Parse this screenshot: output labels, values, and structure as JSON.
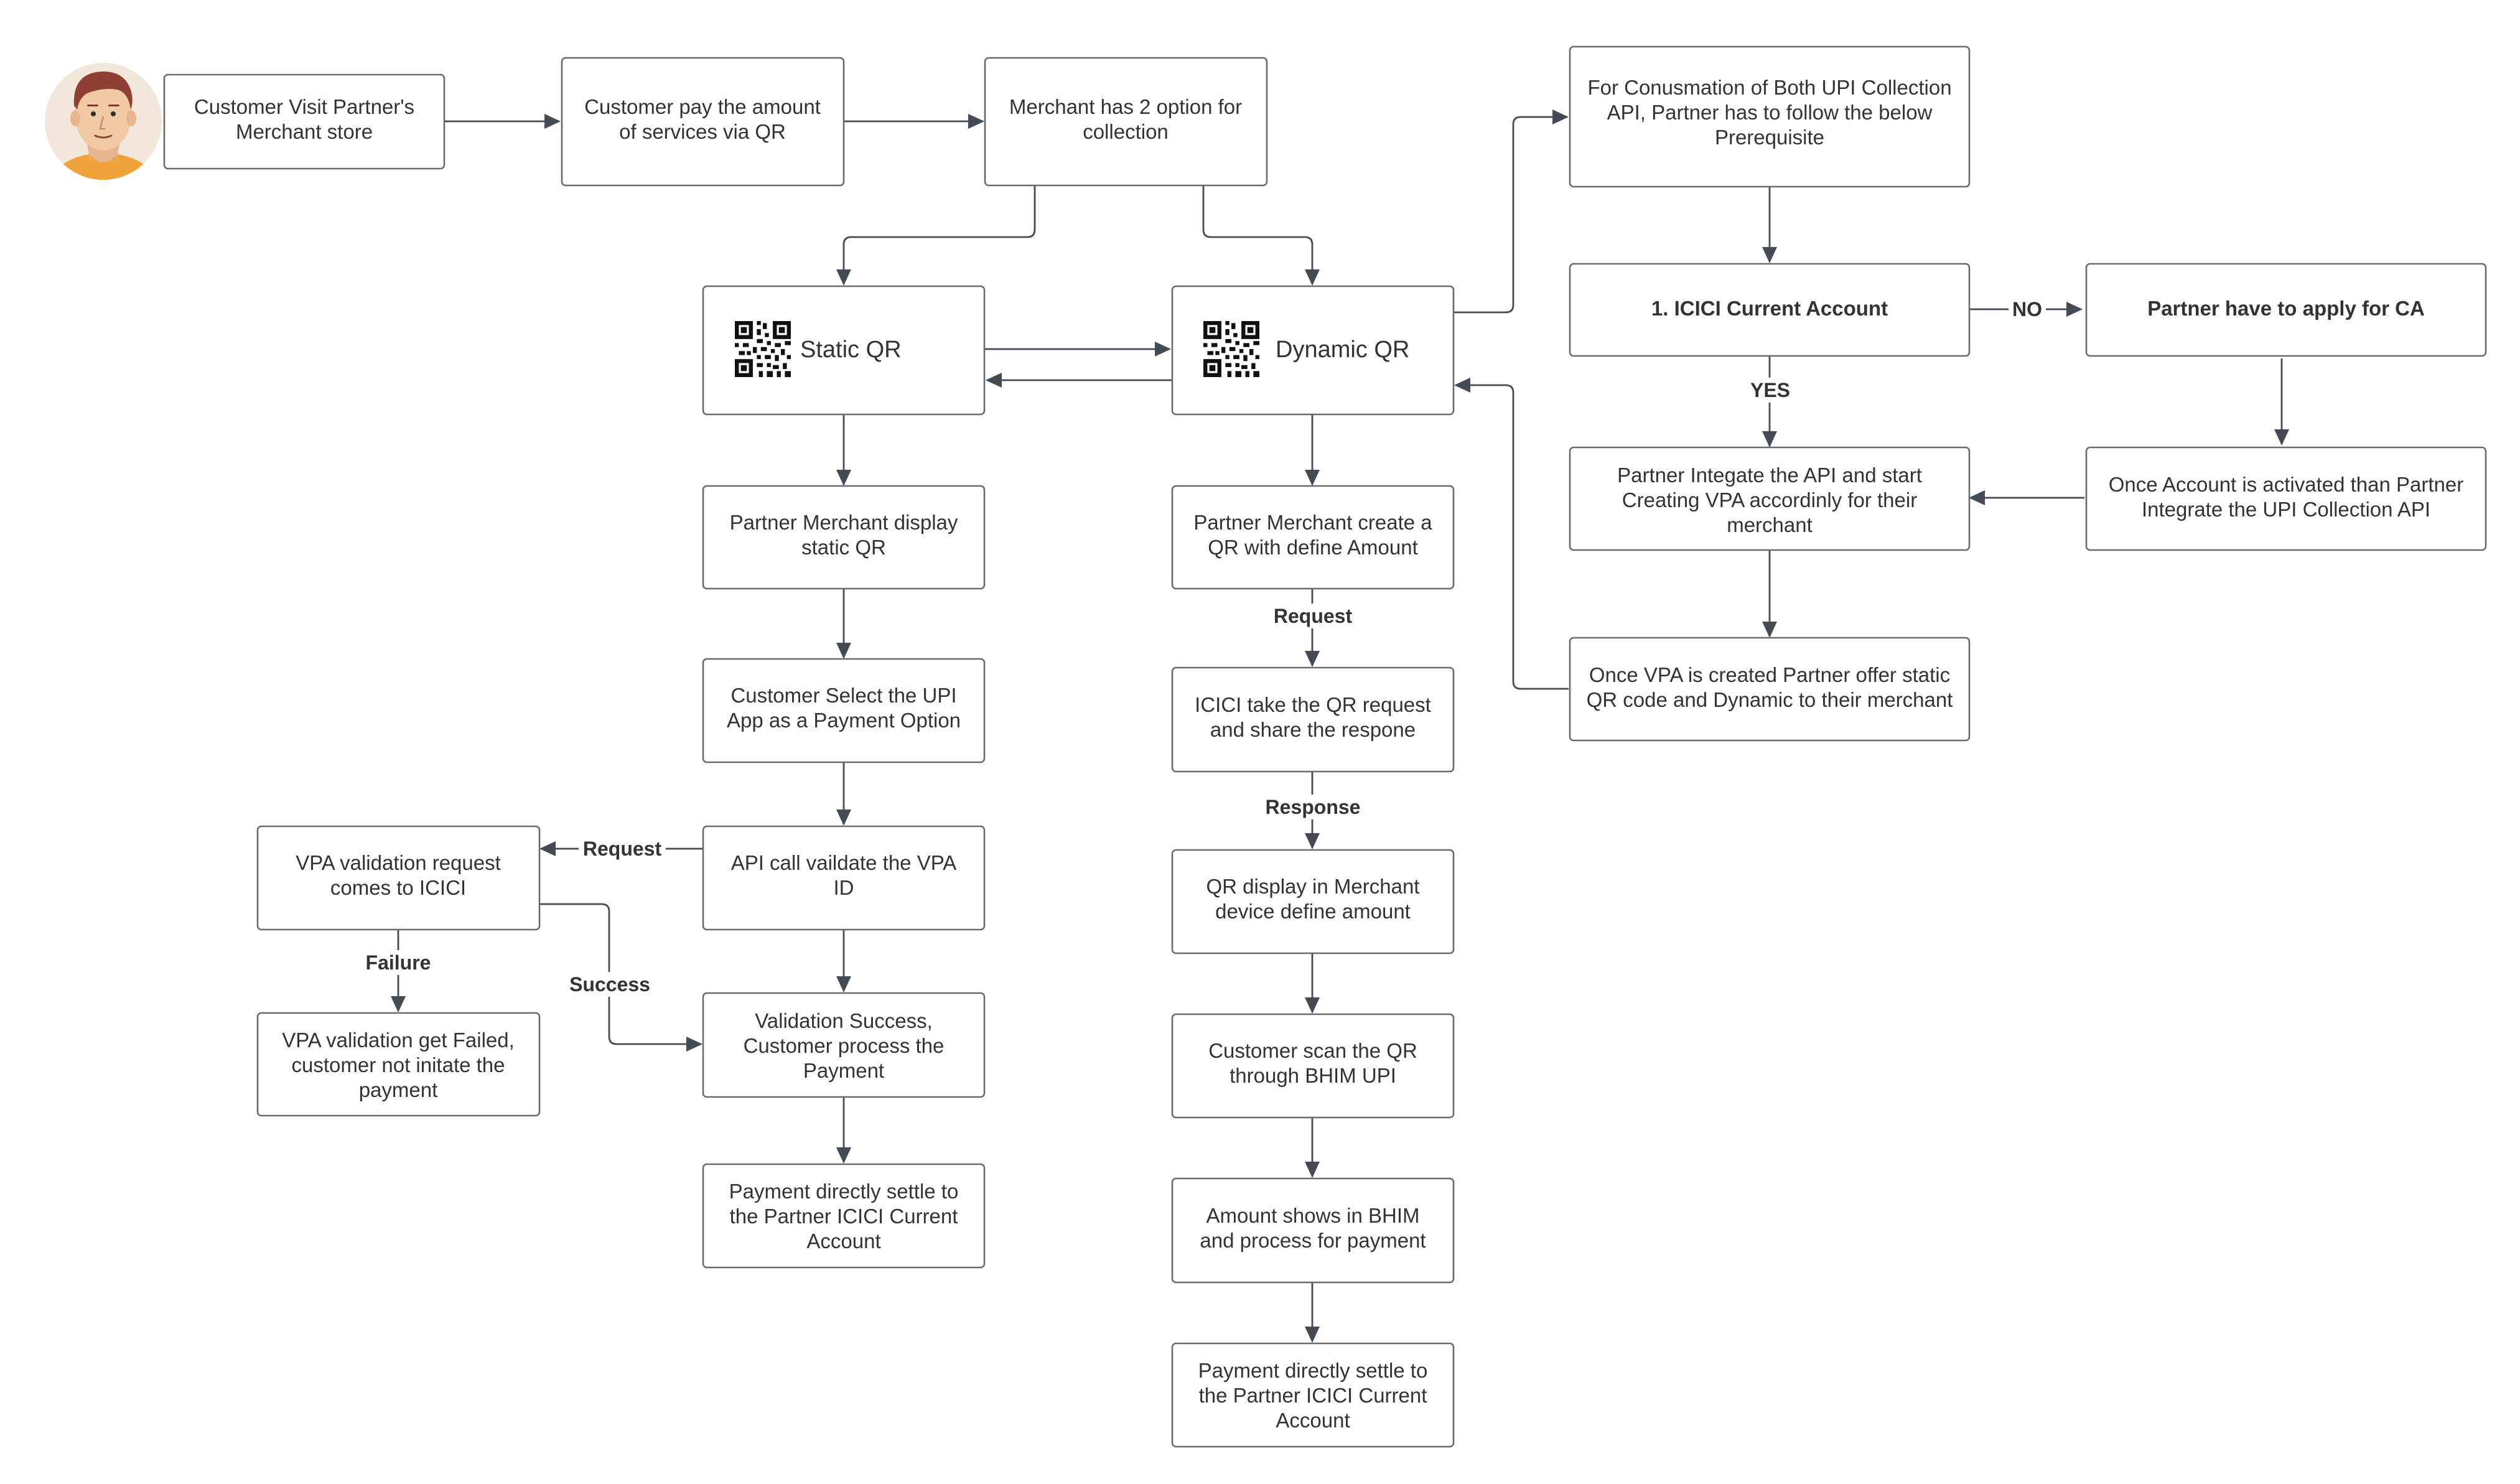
{
  "nodes": [
    {
      "id": "customer-visit",
      "lines": [
        "Customer Visit Partner's",
        "Merchant store"
      ]
    },
    {
      "id": "customer-pay",
      "lines": [
        "Customer pay the amount",
        "of services via QR"
      ]
    },
    {
      "id": "merchant-options",
      "lines": [
        "Merchant has 2 option for",
        "collection"
      ]
    },
    {
      "id": "prerequisite",
      "lines": [
        "For Conusmation of Both UPI Collection",
        "API, Partner has to follow the below",
        "Prerequisite"
      ]
    },
    {
      "id": "static-qr",
      "lines": [
        "Static QR"
      ]
    },
    {
      "id": "dynamic-qr",
      "lines": [
        "Dynamic QR"
      ]
    },
    {
      "id": "icici-current-account",
      "lines": [
        "1. ICICI Current Account"
      ]
    },
    {
      "id": "apply-ca",
      "lines": [
        "Partner have to apply for CA"
      ]
    },
    {
      "id": "integrate-api",
      "lines": [
        "Partner Integate the API and start",
        "Creating VPA accordinly for their",
        "merchant"
      ]
    },
    {
      "id": "account-activated",
      "lines": [
        "Once Account is activated than Partner",
        "Integrate the UPI Collection API"
      ]
    },
    {
      "id": "vpa-created",
      "lines": [
        "Once VPA is created Partner offer static",
        "QR code and Dynamic to their merchant"
      ]
    },
    {
      "id": "static-display",
      "lines": [
        "Partner Merchant display",
        "static QR"
      ]
    },
    {
      "id": "dynamic-create",
      "lines": [
        "Partner Merchant create a",
        "QR with define Amount"
      ]
    },
    {
      "id": "select-upi",
      "lines": [
        "Customer Select the UPI",
        "App as a Payment Option"
      ]
    },
    {
      "id": "icici-take",
      "lines": [
        "ICICI take the QR request",
        "and share the respone"
      ]
    },
    {
      "id": "vpa-request",
      "lines": [
        "VPA validation request",
        "comes to ICICI"
      ]
    },
    {
      "id": "api-validate",
      "lines": [
        "API call vaildate the VPA",
        "ID"
      ]
    },
    {
      "id": "qr-display",
      "lines": [
        "QR display in Merchant",
        "device define amount"
      ]
    },
    {
      "id": "vpa-failed",
      "lines": [
        "VPA validation get Failed,",
        "customer not initate the",
        "payment"
      ]
    },
    {
      "id": "validation-success",
      "lines": [
        "Validation Success,",
        "Customer process the",
        "Payment"
      ]
    },
    {
      "id": "scan-qr",
      "lines": [
        "Customer scan the QR",
        "through BHIM UPI"
      ]
    },
    {
      "id": "amount-bhim",
      "lines": [
        "Amount shows in BHIM",
        "and process for payment"
      ]
    },
    {
      "id": "settle-static",
      "lines": [
        "Payment directly settle to",
        "the Partner ICICI Current",
        "Account"
      ]
    },
    {
      "id": "settle-dynamic",
      "lines": [
        "Payment directly settle to",
        "the Partner ICICI Current",
        "Account"
      ]
    }
  ],
  "edge_labels": {
    "no": "NO",
    "yes": "YES",
    "request_dynamic": "Request",
    "response_dynamic": "Response",
    "request_vpa": "Request",
    "failure": "Failure",
    "success": "Success"
  },
  "icons": {
    "avatar": "person-avatar",
    "qr": "qr-code-icon"
  }
}
